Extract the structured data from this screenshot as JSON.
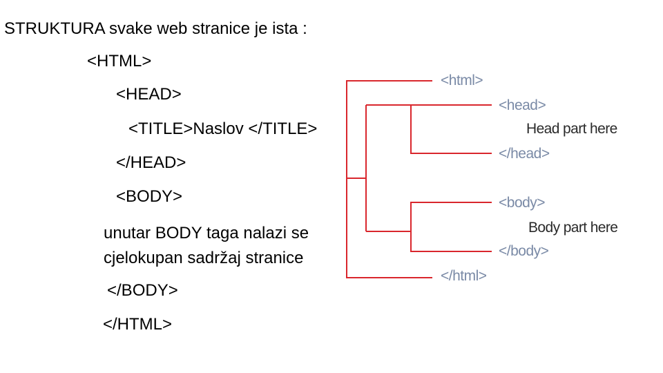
{
  "heading": "STRUKTURA svake web  stranice je ista :",
  "code": {
    "html_open": "<HTML>",
    "head_open": "<HEAD>",
    "title_line": "<TITLE>Naslov </TITLE>",
    "head_close": "</HEAD>",
    "body_open": "<BODY>",
    "body_text_1": "unutar BODY taga nalazi se",
    "body_text_2": "cjelokupan sadržaj stranice",
    "body_close": "</BODY>",
    "html_close": "</HTML>"
  },
  "diagram": {
    "html_open": "<html>",
    "head_open": "<head>",
    "head_part": "Head part here",
    "head_close": "</head>",
    "body_open": "<body>",
    "body_part": "Body part here",
    "body_close": "</body>",
    "html_close": "</html>",
    "line_color": "#d9262c",
    "tag_color": "#7a8aa6"
  }
}
